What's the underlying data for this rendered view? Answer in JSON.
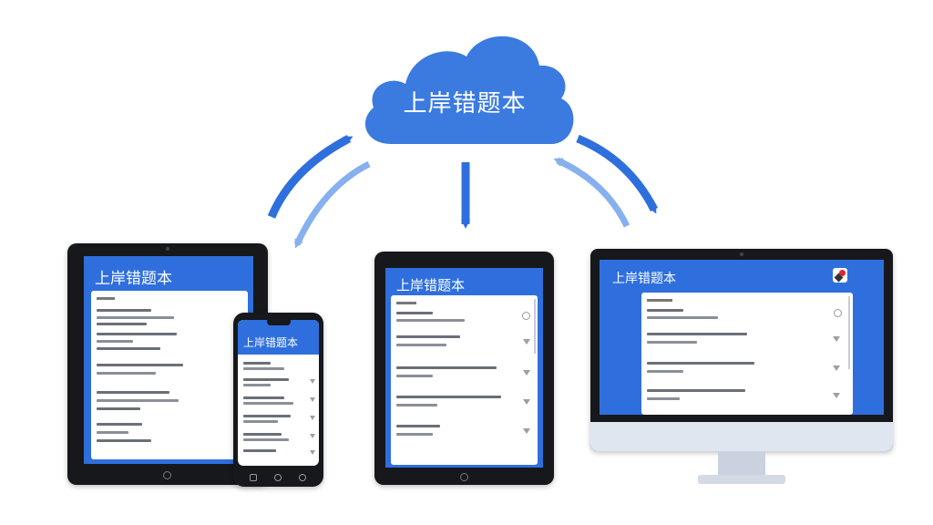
{
  "cloud": {
    "label": "上岸错题本",
    "color": "#3b7be0"
  },
  "app": {
    "title": "上岸错题本",
    "accent_color": "#2f6fdd"
  },
  "arrows": {
    "primary_color": "#2f6fdd",
    "secondary_color": "#7fa9ea"
  },
  "devices": [
    "tablet-left",
    "phone",
    "tablet-center",
    "desktop-monitor"
  ]
}
